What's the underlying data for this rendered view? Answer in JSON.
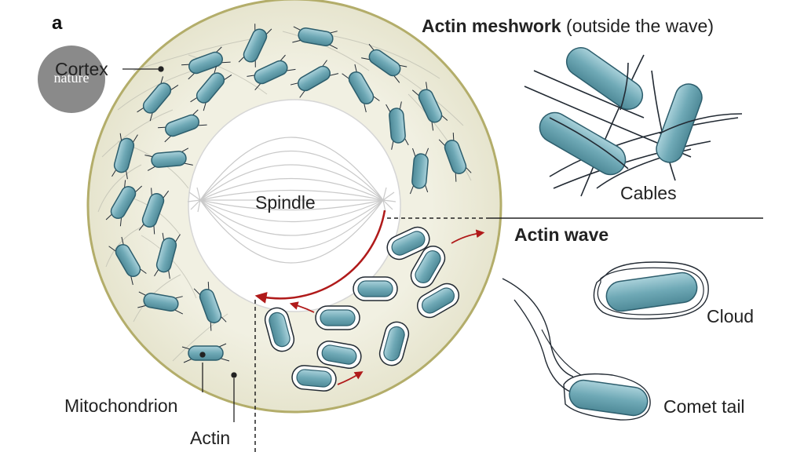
{
  "figure": {
    "panel_label": "a",
    "logo_text": "nature",
    "labels": {
      "cortex": "Cortex",
      "spindle": "Spindle",
      "mitochondrion": "Mitochondrion",
      "actin": "Actin",
      "meshwork_title_bold": "Actin meshwork",
      "meshwork_title_rest": "(outside the wave)",
      "cables": "Cables",
      "actin_wave": "Actin wave",
      "cloud": "Cloud",
      "comet_tail": "Comet tail"
    },
    "colors": {
      "cell_fill": "#ecebd9",
      "cell_outline": "#b3ad6a",
      "mito_fill": "#6fa9b6",
      "mito_outline": "#2d5e6d",
      "wave_arrow": "#b01a1a",
      "filament": "#222a33"
    }
  }
}
